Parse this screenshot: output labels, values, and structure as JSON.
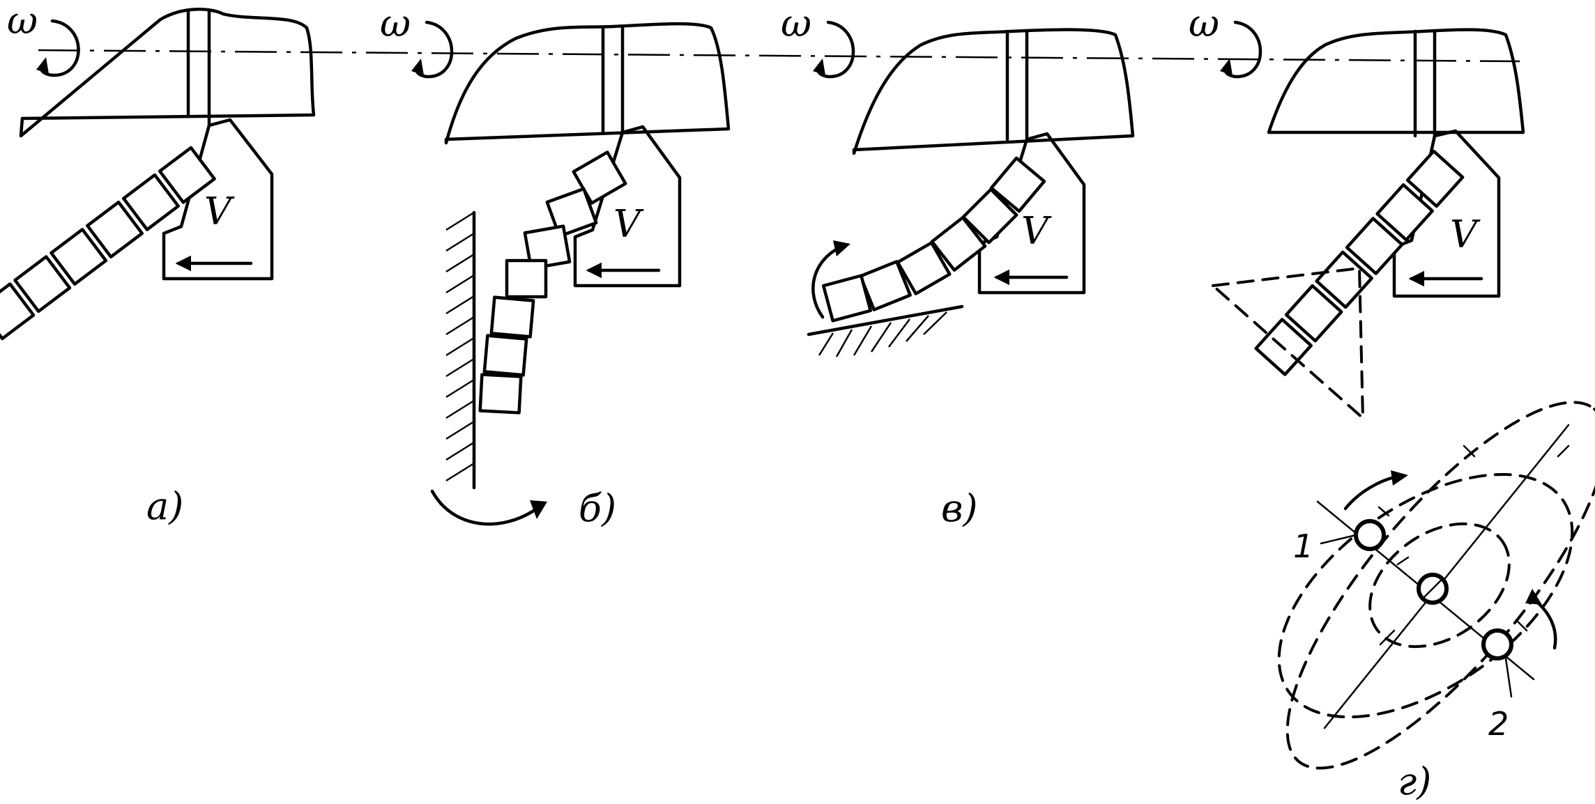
{
  "symbols": {
    "omega": "ω",
    "velocity": "V"
  },
  "panels": [
    {
      "id": "a",
      "caption": "а)"
    },
    {
      "id": "b",
      "caption": "б)"
    },
    {
      "id": "c",
      "caption": "в)"
    },
    {
      "id": "d",
      "caption": "г)"
    }
  ],
  "points": {
    "p1": "1",
    "p2": "2"
  }
}
